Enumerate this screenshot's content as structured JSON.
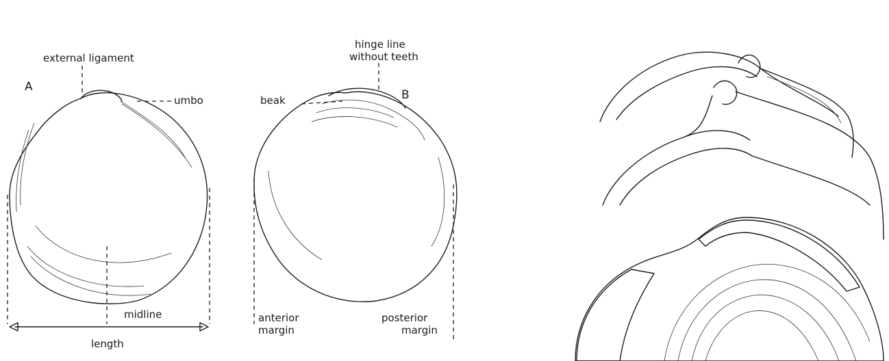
{
  "figure": {
    "labels": {
      "external_ligament": "external ligament",
      "panel_a": "A",
      "umbo": "umbo",
      "midline": "midline",
      "length": "length",
      "hinge_line_1": "hinge line",
      "hinge_line_2": "without teeth",
      "beak": "beak",
      "panel_b": "B",
      "anterior_1": "anterior",
      "anterior_2": "margin",
      "posterior_1": "posterior",
      "posterior_2": "margin"
    },
    "illustrations": [
      "shell-a-exterior",
      "shell-b-interior",
      "hinge-profile-upper",
      "hinge-profile-lower",
      "shell-texture-detail"
    ]
  }
}
